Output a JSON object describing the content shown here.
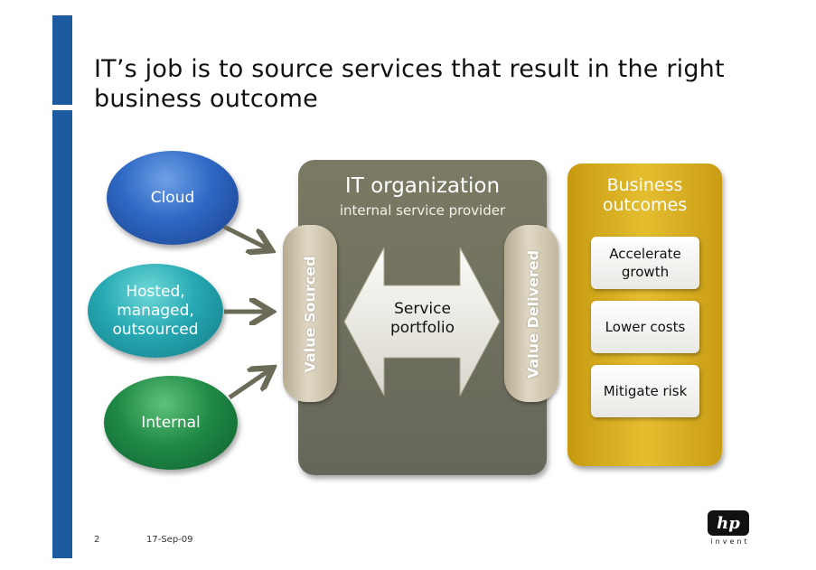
{
  "title": "IT’s job is to source services that result in the right business outcome",
  "sources": {
    "cloud": "Cloud",
    "hosted": "Hosted, managed, outsourced",
    "internal": "Internal"
  },
  "it_org": {
    "title": "IT organization",
    "subtitle": "internal service provider",
    "value_sourced": "Value Sourced",
    "value_delivered": "Value Delivered",
    "service_portfolio": "Service portfolio"
  },
  "business": {
    "title": "Business outcomes",
    "outcomes": [
      "Accelerate growth",
      "Lower costs",
      "Mitigate risk"
    ]
  },
  "footer": {
    "page_number": "2",
    "date": "17-Sep-09",
    "logo_text": "hp",
    "logo_tagline": "invent"
  },
  "colors": {
    "accent_bar": "#1e5aa0",
    "cloud": "#2e68c4",
    "hosted": "#26a9b3",
    "internal": "#1f8a46",
    "it_panel": "#6f6f5e",
    "business_panel": "#d9ae20"
  },
  "icons": [
    "right-arrow-icon",
    "double-arrow-icon",
    "hp-logo"
  ]
}
